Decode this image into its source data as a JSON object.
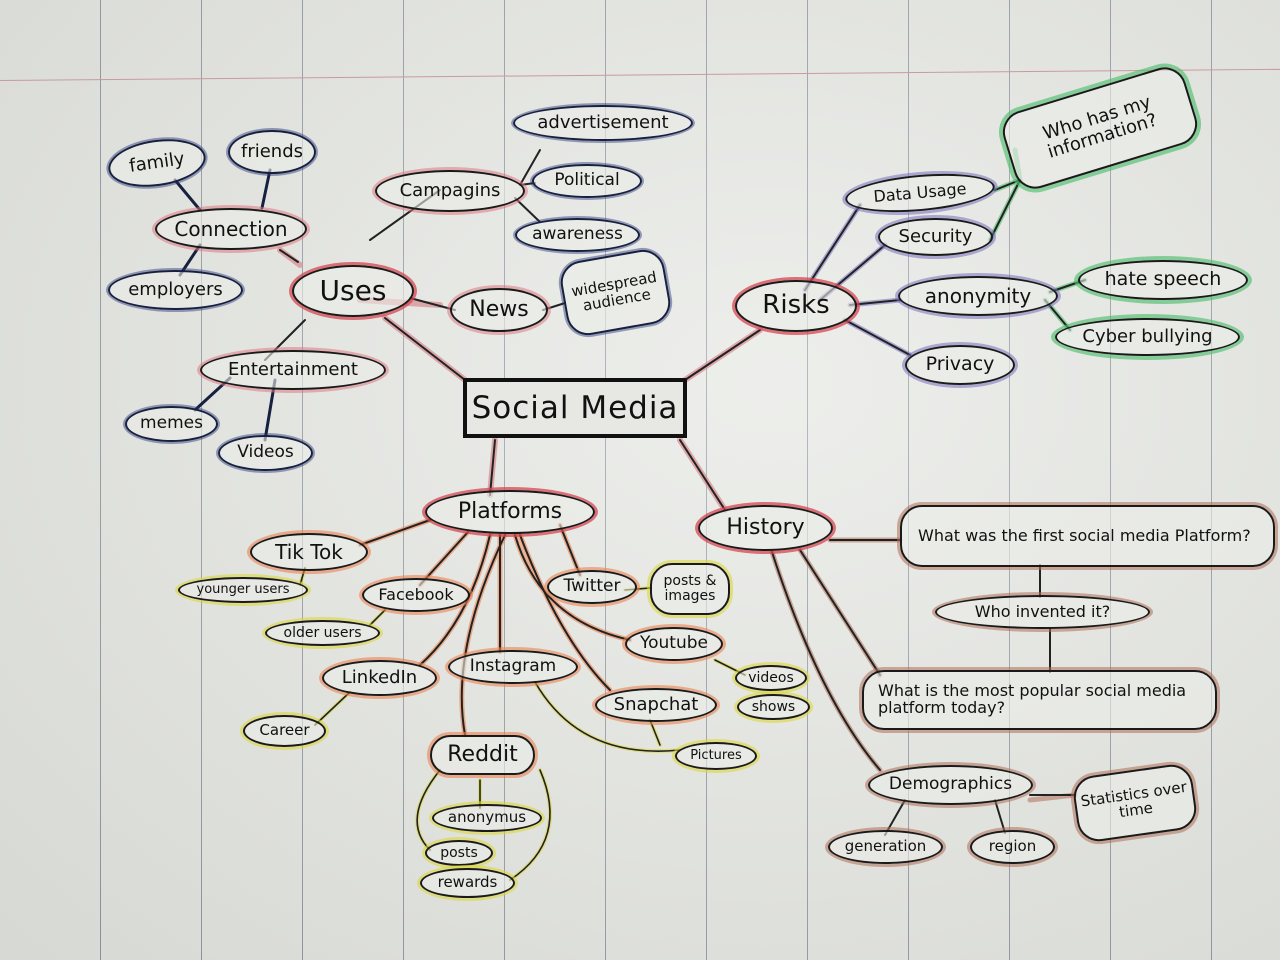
{
  "title": "Social Media",
  "colors": {
    "paper": "#e4e6e1",
    "uses_branch": "#d84650",
    "connection_ink": "#16203f",
    "risks_sub": "#786ebe",
    "risks_leaf": "#50be6e",
    "platforms_sub": "#eb8250",
    "platforms_leaf": "#dcd73c",
    "history_sub": "#af6e55"
  },
  "branches": {
    "uses": {
      "label": "Uses",
      "connection": {
        "label": "Connection",
        "children": [
          "family",
          "friends",
          "employers"
        ]
      },
      "campaigns": {
        "label": "Campagins",
        "children": [
          "advertisement",
          "Political",
          "awareness"
        ]
      },
      "news": {
        "label": "News",
        "children": [
          "widespread audience"
        ]
      },
      "entertainment": {
        "label": "Entertainment",
        "children": [
          "memes",
          "Videos"
        ]
      }
    },
    "risks": {
      "label": "Risks",
      "data_usage": {
        "label": "Data Usage"
      },
      "security": {
        "label": "Security"
      },
      "who_has_info": {
        "label": "Who has my information?"
      },
      "anonymity": {
        "label": "anonymity",
        "children": [
          "hate speech",
          "Cyber bullying"
        ]
      },
      "privacy": {
        "label": "Privacy"
      }
    },
    "platforms": {
      "label": "Platforms",
      "tiktok": {
        "label": "Tik Tok",
        "children": [
          "younger users"
        ]
      },
      "facebook": {
        "label": "Facebook",
        "children": [
          "older users"
        ]
      },
      "twitter": {
        "label": "Twitter",
        "children": [
          "posts & images"
        ]
      },
      "youtube": {
        "label": "Youtube",
        "children": [
          "videos",
          "shows"
        ]
      },
      "linkedin": {
        "label": "LinkedIn",
        "children": [
          "Career"
        ]
      },
      "instagram": {
        "label": "Instagram"
      },
      "snapchat": {
        "label": "Snapchat"
      },
      "pictures": {
        "label": "Pictures"
      },
      "reddit": {
        "label": "Reddit",
        "children": [
          "anonymus",
          "posts",
          "rewards"
        ]
      }
    },
    "history": {
      "label": "History",
      "first_platform": {
        "label": "What was the first social media Platform?"
      },
      "who_invented": {
        "label": "Who invented it?"
      },
      "most_popular": {
        "label": "What is the most popular social media platform today?"
      },
      "demographics": {
        "label": "Demographics",
        "children": [
          "generation",
          "region",
          "Statistics over time"
        ]
      }
    }
  }
}
